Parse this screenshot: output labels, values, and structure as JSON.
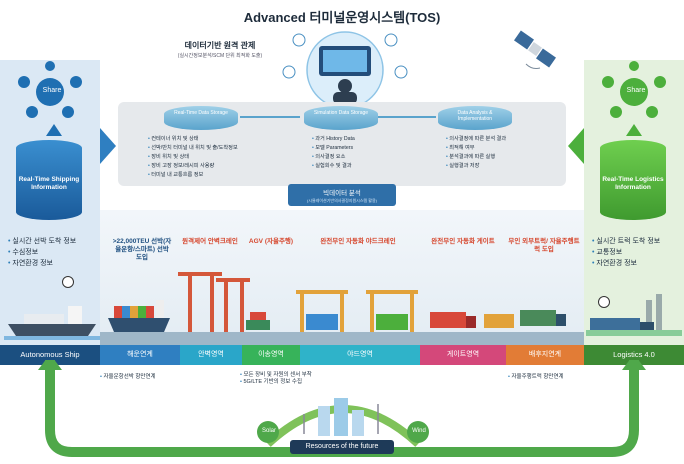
{
  "title": "Advanced 터미널운영시스템(TOS)",
  "remote": {
    "title": "데이터기반 원격 관제",
    "subtitle": "(실시간정보분석/SCM 단위 최적화 도출)"
  },
  "left_panel": {
    "share": "Share",
    "db_label": "Real-Time Shipping Information",
    "items": [
      "실시간 선박 도착 정보",
      "수심정보",
      "자연환경 정보"
    ],
    "footer": "Autonomous Ship"
  },
  "right_panel": {
    "share": "Share",
    "db_label": "Real-Time Logistics Information",
    "items": [
      "실시간 트럭 도착 정보",
      "교통정보",
      "자연환경 정보"
    ],
    "footer": "Logistics 4.0"
  },
  "stores": [
    {
      "label": "Real-Time Data Storage",
      "items": [
        "컨테이너 위치 및 상태",
        "선박/반치 터미널 내 위치 및 출/도착정보",
        "장비 위치 및 상태",
        "장비 고장 정보/레시피 사용량",
        "터미널 내 교통흐름 정보"
      ]
    },
    {
      "label": "Simulation Data Storage",
      "items": [
        "과거 History Data",
        "모델 Parameters",
        "의사결정 요소",
        "실험회수 및 결과"
      ]
    },
    {
      "label": "Data Analysis & Implementation",
      "items": [
        "의사결정에 따른 분석 결과",
        "최적해 여부",
        "분석결과에 따른 실행",
        "실행결과 저장"
      ]
    }
  ],
  "bigdata": {
    "title": "빅데이터 분석",
    "subtitle": "(시뮬레이션기반의사결정지원시스템 활용)"
  },
  "zone_labels": [
    {
      "text": ">22,000TEU 선박(자율운항/스마트) 선박 도입"
    },
    {
      "text": "원격제어 안벽크레인"
    },
    {
      "text": "AGV (자율주행)"
    },
    {
      "text": "완전무인 자동화 야드크레인"
    },
    {
      "text": "완전무인 자동화 게이트"
    },
    {
      "text": "무인 외부트럭/ 자율주행트럭 도입"
    }
  ],
  "bands": [
    {
      "label": "해운연계",
      "color": "#2f7fc1"
    },
    {
      "label": "안벽영역",
      "color": "#2aa6c9"
    },
    {
      "label": "이송영역",
      "color": "#37b35a"
    },
    {
      "label": "야드영역",
      "color": "#2fb3c9"
    },
    {
      "label": "게이트영역",
      "color": "#d4487a"
    },
    {
      "label": "배후지연계",
      "color": "#e27c36"
    }
  ],
  "bottom_notes": {
    "left": "자율운항선박 항만연계",
    "center": [
      "모든 장비 및 자원의 센서 부착",
      "5G/LTE 기반의 정보 수집"
    ],
    "right": "자율주행트럭 항만연계"
  },
  "bottom": {
    "solar": "Solar",
    "wind": "Wind",
    "resources": "Resources of the future"
  },
  "colors": {
    "ship_blue": "#1f6fb2",
    "logistics_green": "#4caf3c",
    "arrow_green": "#4fa84a"
  }
}
